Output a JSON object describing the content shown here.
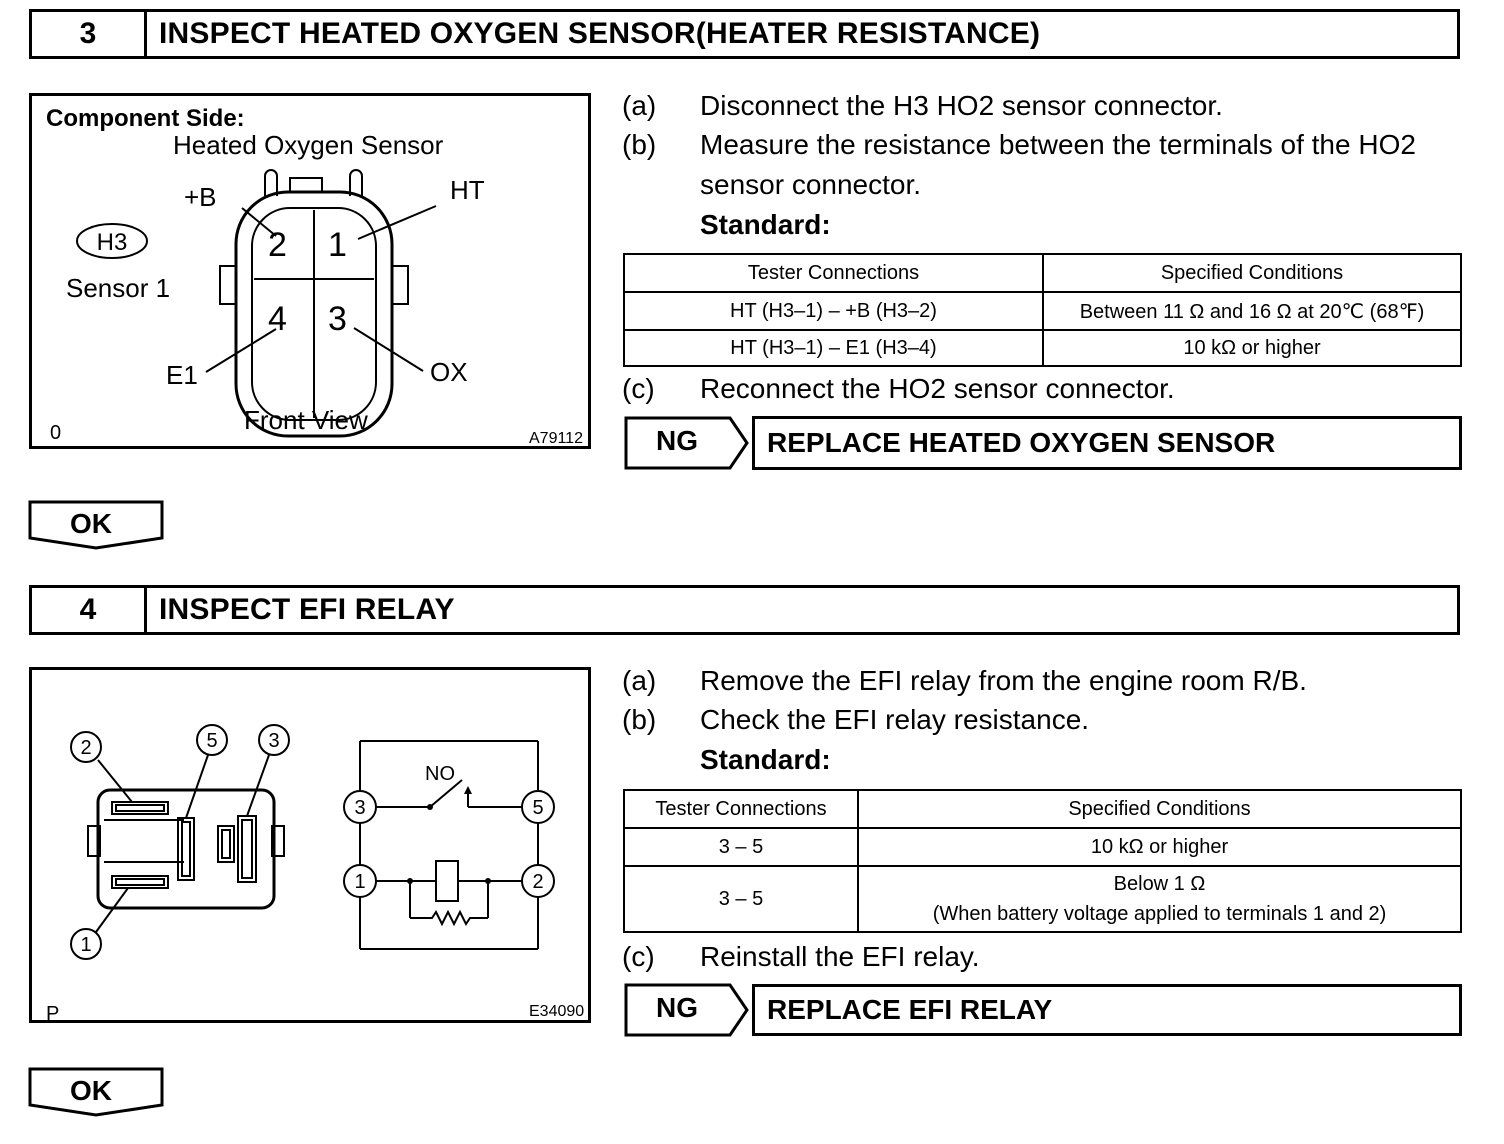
{
  "step3": {
    "number": "3",
    "title": "INSPECT HEATED OXYGEN SENSOR(HEATER RESISTANCE)",
    "figure": {
      "component_side": "Component Side:",
      "sensor_name": "Heated Oxygen Sensor",
      "connector_code": "H3",
      "sensor_label": "Sensor 1",
      "pin_2": "2",
      "pin_1": "1",
      "pin_4": "4",
      "pin_3": "3",
      "label_plus_b": "+B",
      "label_ht": "HT",
      "label_e1": "E1",
      "label_ox": "OX",
      "view": "Front View",
      "corner_code": "0",
      "figure_id": "A79112"
    },
    "steps": [
      {
        "label": "(a)",
        "text": "Disconnect the H3 HO2 sensor connector."
      },
      {
        "label": "(b)",
        "text": "Measure the resistance between the terminals of the HO2",
        "text2": "sensor connector."
      }
    ],
    "standard": "Standard:",
    "table": {
      "headers": [
        "Tester Connections",
        "Specified Conditions"
      ],
      "rows": [
        [
          "HT (H3–1) – +B (H3–2)",
          "Between 11 Ω and 16 Ω at 20℃ (68℉)"
        ],
        [
          "HT (H3–1) – E1 (H3–4)",
          "10 kΩ or higher"
        ]
      ]
    },
    "step_c": {
      "label": "(c)",
      "text": "Reconnect the HO2 sensor connector."
    },
    "ng": "NG",
    "ng_action": "REPLACE HEATED OXYGEN SENSOR",
    "ok": "OK"
  },
  "step4": {
    "number": "4",
    "title": "INSPECT EFI RELAY",
    "figure": {
      "pin_2": "2",
      "pin_5": "5",
      "pin_3": "3",
      "pin_1": "1",
      "sch_3": "3",
      "sch_5": "5",
      "sch_1": "1",
      "sch_2": "2",
      "no_label": "NO",
      "corner_code": "P",
      "figure_id": "E34090"
    },
    "steps": [
      {
        "label": "(a)",
        "text": "Remove the EFI relay from the engine room R/B."
      },
      {
        "label": "(b)",
        "text": "Check the EFI relay resistance."
      }
    ],
    "standard": "Standard:",
    "table": {
      "headers": [
        "Tester Connections",
        "Specified Conditions"
      ],
      "rows": [
        [
          "3 – 5",
          "10 kΩ or higher"
        ],
        [
          "3 – 5",
          "Below 1 Ω",
          "(When battery voltage applied to terminals 1 and 2)"
        ]
      ]
    },
    "step_c": {
      "label": "(c)",
      "text": "Reinstall the EFI relay."
    },
    "ng": "NG",
    "ng_action": "REPLACE EFI RELAY",
    "ok": "OK"
  }
}
